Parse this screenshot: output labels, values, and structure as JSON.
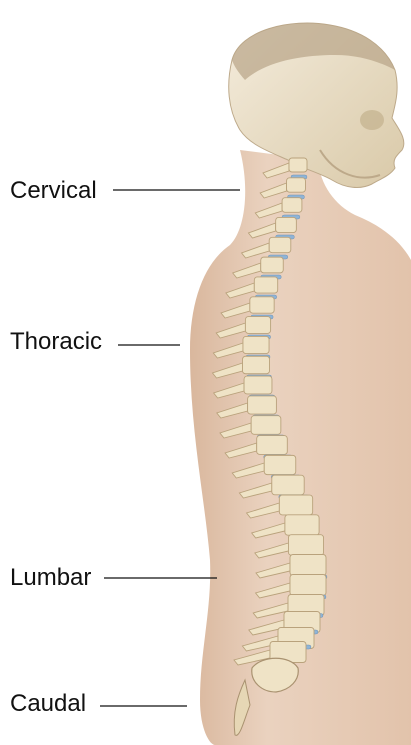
{
  "labels": {
    "cervical": "Cervical",
    "thoracic": "Thoracic",
    "lumbar": "Lumbar",
    "caudal": "Caudal"
  },
  "colors": {
    "skin": "#e6c9b2",
    "skin_shadow": "#d4ad92",
    "bone": "#efe3c6",
    "bone_outline": "#b9a27c",
    "disc": "#8fb4d6",
    "leader_line": "#111111"
  }
}
